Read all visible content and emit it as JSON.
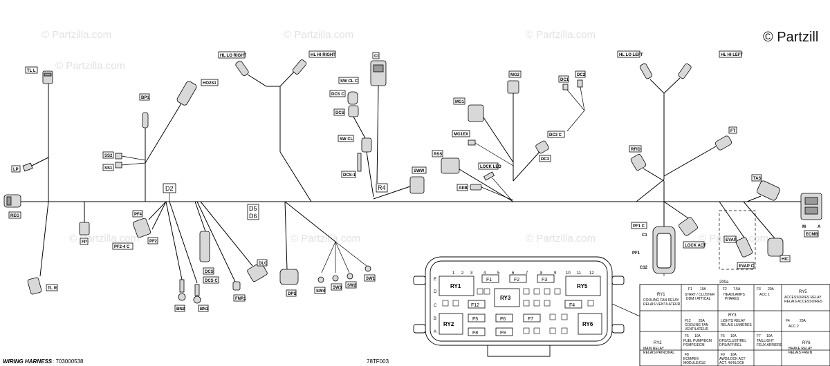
{
  "copyright": "© Partzill",
  "watermark": "© Partzilla.com",
  "footer": {
    "harness_label": "WIRING HARNESS",
    "harness_part": ": 703000538",
    "figure_code": "78TF003"
  },
  "markers": {
    "d2": "D2",
    "d5": "D5",
    "d6": "D6",
    "r4": "R4"
  },
  "connectors": {
    "tl_l": "TL L",
    "hl_lo_right": "HL LO RIGHT",
    "hl_hi_right": "HL HI RIGHT",
    "ci": "CI",
    "hl_lo_left": "HL LO LEFT",
    "hl_hi_left": "HL HI LEFT",
    "ho2s1": "HO2S1",
    "bp1": "BP1",
    "sw_cl_c": "SW CL C",
    "dcs_c": "DCS C",
    "dcs": "DCS",
    "mg2": "MG2",
    "dc1": "DC1",
    "dc2": "DC2",
    "mg1": "MG1",
    "mg1ex": "MG1EX",
    "dc3_c": "DC3 C",
    "dc3": "DC3",
    "ft": "FT",
    "ss2": "SS2",
    "ss1": "SS1",
    "lp": "LP",
    "sw_cl": "SW CL",
    "rss": "RSS",
    "lock_led": "LOCK LED",
    "rfid": "RFID",
    "dcs1": "DCS-1",
    "sww": "SWW",
    "aeb": "AEB",
    "tas": "TAS",
    "reg": "REG",
    "ecmb": "ECMB",
    "ecmb_m": "M",
    "ecmb_a": "A",
    "fp": "FP",
    "pf4": "PF4",
    "pf2_4_c": "PF2-4 C",
    "pf2": "PF2",
    "pf1_c": "PF1 C",
    "pf1": "PF1",
    "c1": "C1",
    "c12": "C12",
    "lock_act": "LOCK ACT",
    "evap": "EVAP",
    "evap_c": "EVAP C",
    "hic": "HIC",
    "tl_r": "TL R",
    "dcs_b": "DCS",
    "dcs_c2": "DCS C",
    "dlc": "DLC",
    "fnr1": "FNR1",
    "bn2": "BN2",
    "bn1": "BN1",
    "dps": "DPS",
    "sw4": "SW4",
    "sw3": "SW3",
    "sw2": "SW2",
    "sw1": "SW1"
  },
  "fusebox": {
    "columns": [
      "1",
      "2",
      "3",
      "4",
      "5",
      "6",
      "7",
      "8",
      "9",
      "10",
      "11",
      "12"
    ],
    "rows": [
      "E",
      "D",
      "C",
      "B",
      "A"
    ],
    "relays": [
      "RY1",
      "RY5",
      "RY3",
      "RY2",
      "RY6"
    ],
    "fuses_row_e": [
      "F1",
      "F2",
      "F3"
    ],
    "fuse_f4": "F4",
    "fuses_row_b": [
      "F5",
      "F6",
      "F7"
    ],
    "fuses_row_a": [
      "F8",
      "F9"
    ]
  },
  "table": {
    "model": "200a",
    "ry1": {
      "name": "RY1",
      "l1": "COOLING FAN RELAY",
      "l2": "RELAIS VENTILATEUR"
    },
    "f1": {
      "name": "F1",
      "amp": "10A",
      "l1": "START / CLUSTER",
      "l2": "DDM / ATTICAL"
    },
    "f2": {
      "name": "F2",
      "amp": "7.5A",
      "l1": "HEADLAMPS",
      "l2": "PHARES"
    },
    "f3": {
      "name": "F3",
      "amp": "20A",
      "l1": "ACC 1"
    },
    "ry5": {
      "name": "RY5",
      "l1": "ACCESSORIES RELAY",
      "l2": "RELAIS ACCESSOIRES"
    },
    "ry3": {
      "name": "RY3",
      "l1": "LIGHTS RELAY",
      "l2": "RELAIS LUMIERES"
    },
    "f12": {
      "name": "F12",
      "amp": "25A",
      "l1": "COOLING FAN",
      "l2": "VENTILATEUR"
    },
    "f4": {
      "name": "F4",
      "amp": "20A",
      "l1": "ACC 2"
    },
    "ry2": {
      "name": "RY2",
      "l1": "MAIN RELAY",
      "l2": "RELAIS PRINCIPAL"
    },
    "f5": {
      "name": "F5",
      "amp": "10A",
      "l1": "FUEL PUMP/ECM",
      "l2": "POMPE/ECM"
    },
    "f6": {
      "name": "F6",
      "amp": "10A",
      "l1": "DPS/CLUST/REL",
      "l2": "DPS/AFF/REL"
    },
    "f7": {
      "name": "F7",
      "amp": "10A",
      "l1": "TAILLIGHT",
      "l2": "FEUX ARRIERE"
    },
    "f8": {
      "name": "F8",
      "amp": "",
      "l1": "ECM/REV",
      "l2": "MODULE/CLE"
    },
    "f9": {
      "name": "F9",
      "amp": "10A",
      "l1": "AWD/LOCK ACT",
      "l2": "ACT. 4X4/LOCK"
    },
    "ry6": {
      "name": "RY6",
      "l1": "BRAKE RELAY",
      "l2": "RELAIS FREIN"
    }
  }
}
